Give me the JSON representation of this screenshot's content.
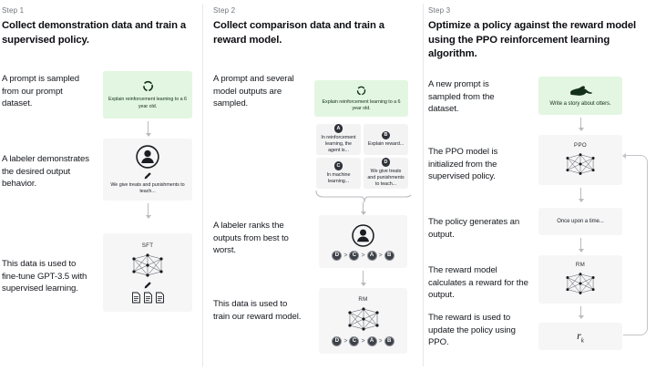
{
  "figure": {
    "title": "RLHF three-step training diagram",
    "accent_green": "#e3f6e1",
    "card_gray": "#f6f6f7"
  },
  "columns": [
    {
      "step_label": "Step 1",
      "step_title": "Collect demonstration data and train a supervised policy.",
      "rows": [
        {
          "caption": "A prompt is sampled from our prompt dataset.",
          "card": {
            "kind": "prompt",
            "icon": "recycle-loop-icon",
            "text": "Explain reinforcement learning to a 6 year old."
          }
        },
        {
          "caption": "A labeler demonstrates the desired output behavior.",
          "card": {
            "kind": "labeler",
            "icon": "person-circle-icon",
            "text": "We give treats and punishments to teach..."
          }
        },
        {
          "caption": "This data is used to fine-tune GPT-3.5 with supervised learning.",
          "card": {
            "kind": "model",
            "title": "SFT",
            "icon": "neural-network-icon"
          }
        }
      ]
    },
    {
      "step_label": "Step 2",
      "step_title": "Collect comparison data and train a reward model.",
      "rows": [
        {
          "caption": "A prompt and several model outputs are sampled.",
          "card": {
            "kind": "prompt",
            "icon": "recycle-loop-icon",
            "text": "Explain reinforcement learning to a 6 year old."
          },
          "options": [
            {
              "key": "A",
              "text": "In reinforcement learning, the agent is..."
            },
            {
              "key": "B",
              "text": "Explain reward..."
            },
            {
              "key": "C",
              "text": "In machine learning..."
            },
            {
              "key": "D",
              "text": "We give treats and punishments to teach..."
            }
          ]
        },
        {
          "caption": "A labeler ranks the outputs from best to worst.",
          "card": {
            "kind": "labeler-rank",
            "icon": "person-circle-icon"
          },
          "ranking": [
            "D",
            "C",
            "A",
            "B"
          ]
        },
        {
          "caption": "This data is used to train our reward model.",
          "card": {
            "kind": "model",
            "title": "RM",
            "icon": "neural-network-icon"
          },
          "ranking": [
            "D",
            "C",
            "A",
            "B"
          ]
        }
      ]
    },
    {
      "step_label": "Step 3",
      "step_title": "Optimize a policy against the reward model using the PPO reinforcement learning algorithm.",
      "rows": [
        {
          "caption": "A new prompt is sampled from the dataset.",
          "card": {
            "kind": "prompt",
            "icon": "otter-icon",
            "text": "Write a story about otters."
          }
        },
        {
          "caption": "The PPO model is initialized from the supervised policy.",
          "card": {
            "kind": "model",
            "title": "PPO",
            "icon": "neural-network-icon"
          }
        },
        {
          "caption": "The policy generates an output.",
          "card": {
            "kind": "output",
            "text": "Once upon a time..."
          }
        },
        {
          "caption": "The reward model calculates a reward for the output.",
          "card": {
            "kind": "model",
            "title": "RM",
            "icon": "neural-network-icon"
          }
        },
        {
          "caption": "The reward is used to update the policy using PPO.",
          "card": {
            "kind": "reward",
            "symbol": "r",
            "subscript": "k"
          }
        }
      ]
    }
  ]
}
